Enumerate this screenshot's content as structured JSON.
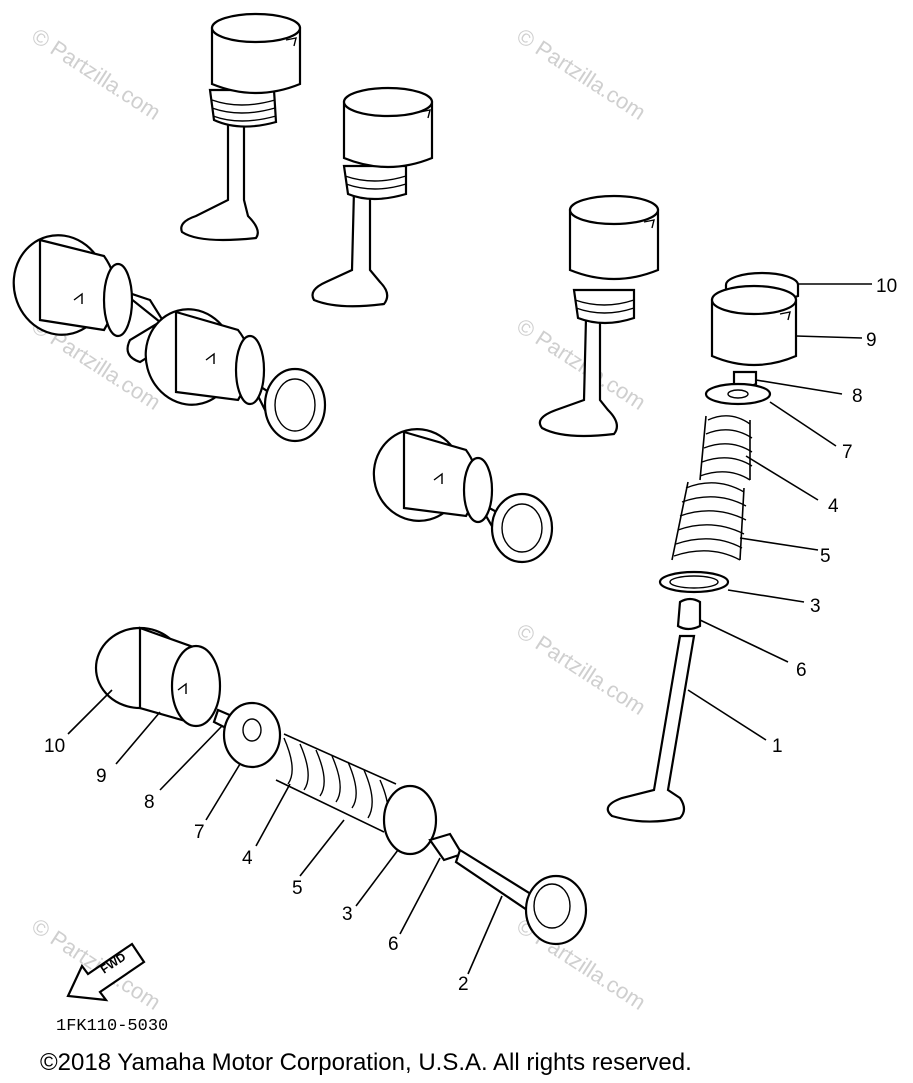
{
  "watermark": "© Partzilla.com",
  "diagram_code": "1FK110-5030",
  "copyright": "©2018 Yamaha Motor Corporation, U.S.A. All rights reserved.",
  "fwd_label": "FWD",
  "callouts_right": [
    "10",
    "9",
    "8",
    "7",
    "4",
    "5",
    "3",
    "6",
    "1"
  ],
  "callouts_bottom": [
    "10",
    "9",
    "8",
    "7",
    "4",
    "5",
    "3",
    "6",
    "2"
  ]
}
